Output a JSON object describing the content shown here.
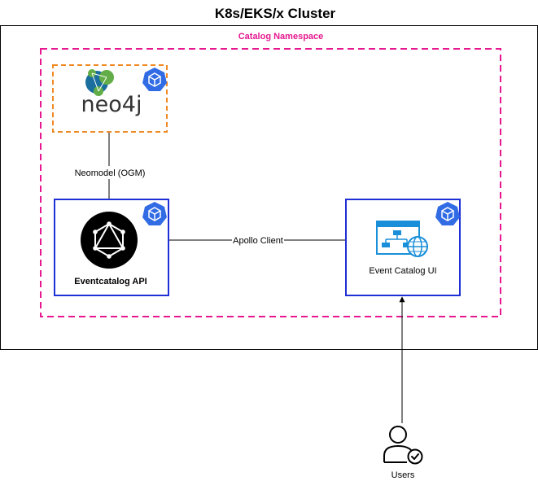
{
  "diagram": {
    "title": "K8s/EKS/x Cluster",
    "namespace_label": "Catalog Namespace",
    "neo4j_logo_text": "neo4j",
    "edge_neomodel_label": "Neomodel (OGM)",
    "edge_apollo_label": "Apollo Client",
    "api_label": "Eventcatalog API",
    "ui_label": "Event Catalog UI",
    "users_label": "Users",
    "icons": {
      "pod": "kubernetes-pod-icon",
      "graphql": "graphql-icon",
      "web_app": "web-application-icon",
      "user": "user-check-icon",
      "database": "neo4j-logo"
    },
    "colors": {
      "namespace_border": "#e6178f",
      "database_border": "#f08a24",
      "service_border": "#1f2fd6",
      "k8s_blue": "#326ce5",
      "graphql_bg": "#000000",
      "web_blue": "#1a8fd9",
      "neo4j_blue": "#1a6e9e",
      "neo4j_green": "#62ad47",
      "line": "#000000"
    }
  }
}
